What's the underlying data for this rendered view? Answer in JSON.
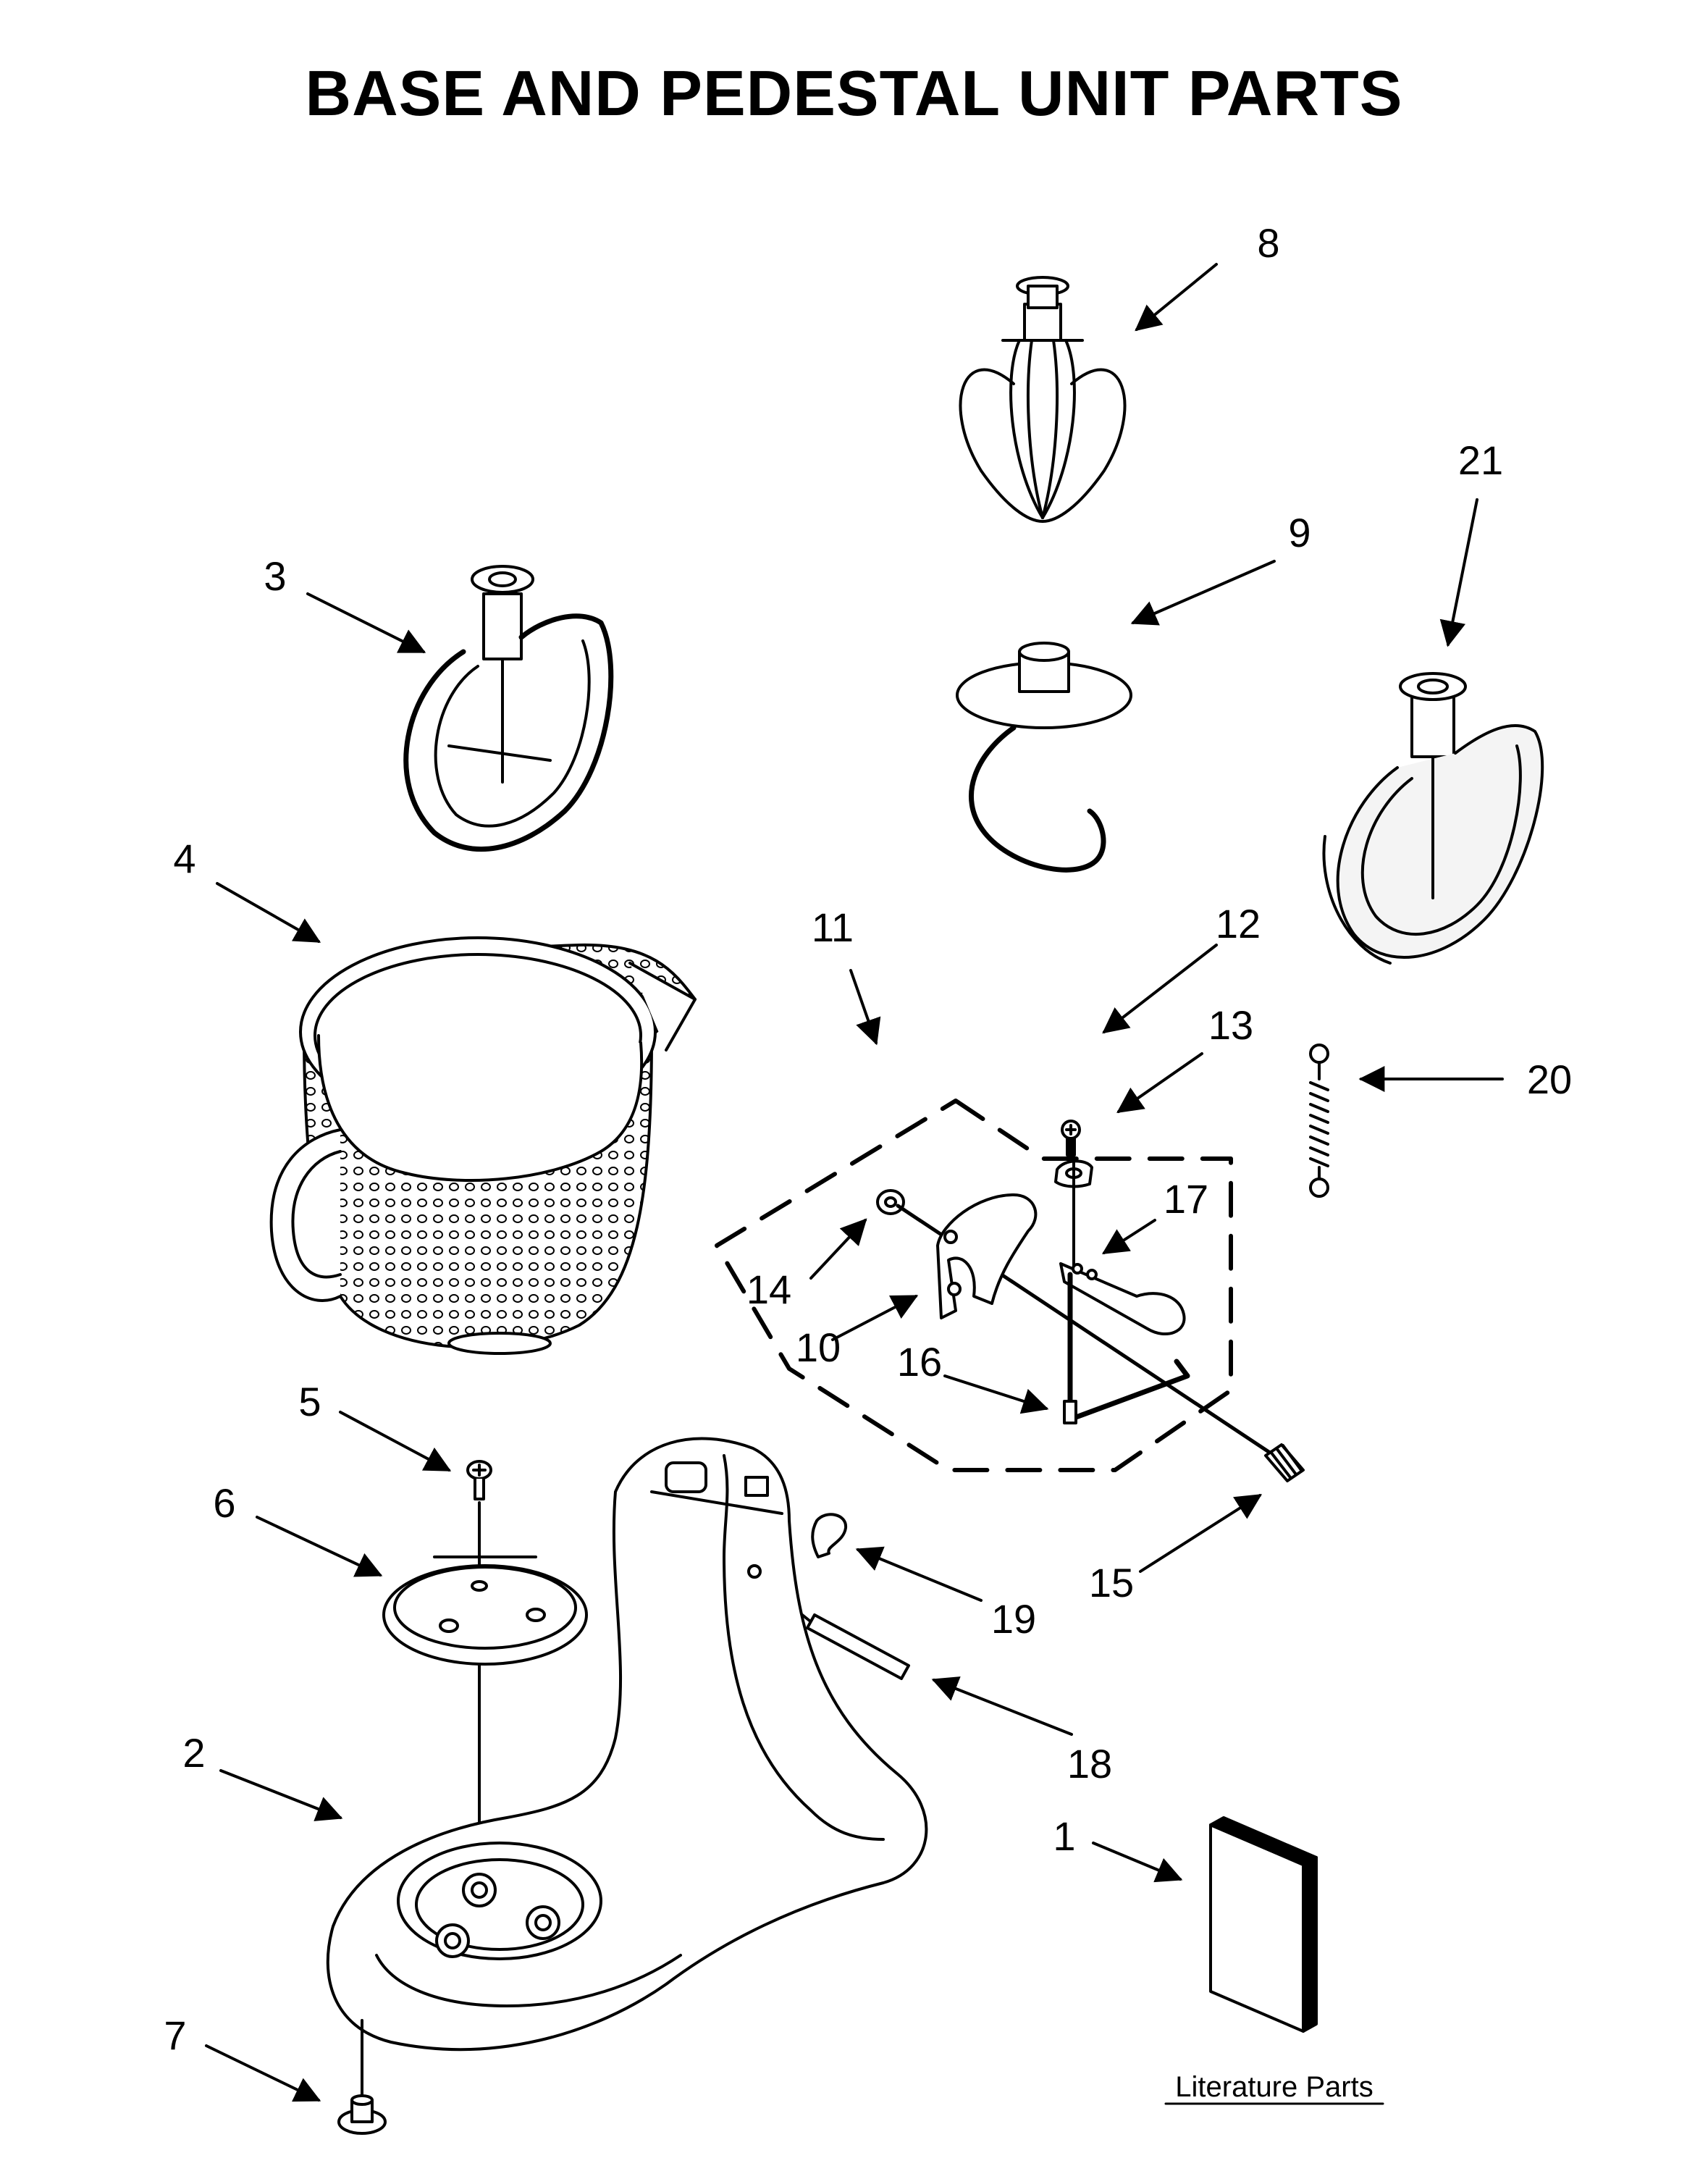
{
  "title": "BASE AND PEDESTAL UNIT PARTS",
  "labels": {
    "l1": "1",
    "l2": "2",
    "l3": "3",
    "l4": "4",
    "l5": "5",
    "l6": "6",
    "l7": "7",
    "l8": "8",
    "l9": "9",
    "l10": "10",
    "l11": "11",
    "l12": "12",
    "l13": "13",
    "l14": "14",
    "l15": "15",
    "l16": "16",
    "l17": "17",
    "l18": "18",
    "l19": "19",
    "l20": "20",
    "l21": "21"
  },
  "literature": "Literature Parts",
  "colors": {
    "ink": "#000000",
    "paper": "#ffffff",
    "shade": "#f4f4f4"
  }
}
